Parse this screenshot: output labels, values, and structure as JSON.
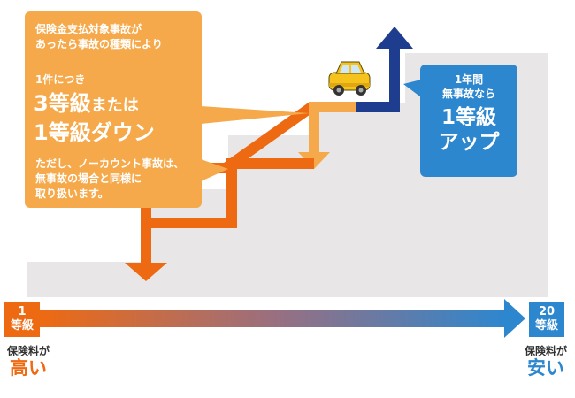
{
  "left_callout": {
    "line1": "保険金支払対象事故が",
    "line2": "あったら事故の種類により",
    "line3": "1件につき",
    "big_line1_main": "3等級",
    "big_line1_sub": "または",
    "big_line2": "1等級ダウン",
    "note_line1": "ただし、ノーカウント事故は、",
    "note_line2": "無事故の場合と同様に",
    "note_line3": "取り扱います。"
  },
  "right_callout": {
    "line1": "1年間",
    "line2": "無事故なら",
    "big_line1": "1等級",
    "big_line2": "アップ"
  },
  "scale": {
    "low_grade_num": "1",
    "low_grade_unit": "等級",
    "high_grade_num": "20",
    "high_grade_unit": "等級",
    "low_premium_label": "保険料が",
    "low_premium_value": "高い",
    "high_premium_label": "保険料が",
    "high_premium_value": "安い"
  },
  "colors": {
    "orange": "#ee6a12",
    "light_orange": "#f5a94a",
    "blue": "#2d87cf",
    "navy": "#1e3d8f",
    "gray": "#e8e6e6"
  },
  "icons": {
    "car": "car-icon"
  }
}
